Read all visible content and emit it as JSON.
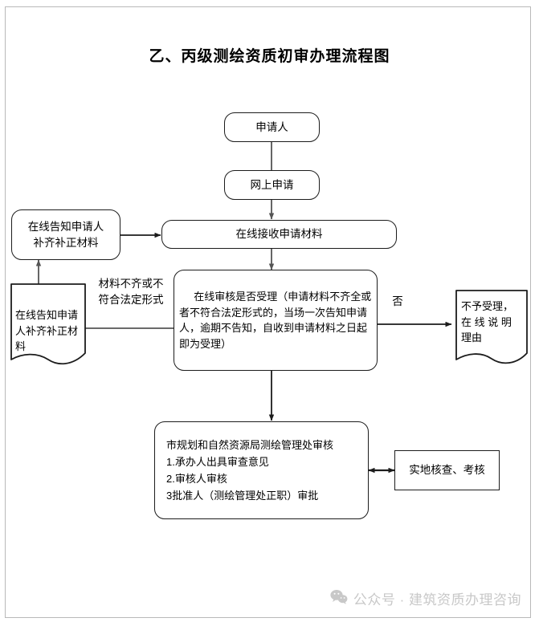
{
  "document": {
    "title": "乙、丙级测绘资质初审办理流程图"
  },
  "flowchart": {
    "type": "flowchart",
    "nodes": [
      {
        "id": "applicant",
        "shape": "rounded-rect",
        "text": "申请人"
      },
      {
        "id": "online-apply",
        "shape": "rounded-rect",
        "text": "网上申请"
      },
      {
        "id": "receive",
        "shape": "rounded-rect",
        "text": "在线接收申请材料"
      },
      {
        "id": "notify-top",
        "shape": "rounded-rect",
        "line1": "在线告知申请人",
        "line2": "补齐补正材料"
      },
      {
        "id": "review-decision",
        "shape": "rounded-rect",
        "text": "在线审核是否受理（申请材料不齐全或者不符合法定形式的，当场一次告知申请人，逾期不告知，自收到申请材料之日起即为受理）"
      },
      {
        "id": "notify-doc",
        "shape": "document",
        "line1": "在线告知申请",
        "line2": "人补齐补正材",
        "line3": "料"
      },
      {
        "id": "reject-doc",
        "shape": "document",
        "line1": "不予受理，",
        "line2": "在 线 说 明",
        "line3": "理由"
      },
      {
        "id": "bureau-review",
        "shape": "rounded-rect",
        "line1": "市规划和自然资源局测绘管理处审核",
        "line2": "1.承办人出具审查意见",
        "line3": "2.审核人审核",
        "line4": "3批准人（测绘管理处正职）审批"
      },
      {
        "id": "field-check",
        "shape": "rect",
        "text": "实地核查、考核"
      }
    ],
    "edge_labels": {
      "material-incomplete_line1": "材料不齐或不",
      "material-incomplete_line2": "符合法定形式",
      "no": "否"
    }
  },
  "watermark": {
    "icon": "wechat-icon",
    "text": "公众号 · 建筑资质办理咨询"
  },
  "colors": {
    "stroke": "#1c1c1c",
    "arrow": "#555555",
    "page_border": "#b9b9b9",
    "watermark": "#c8c8c8",
    "background": "#ffffff"
  }
}
